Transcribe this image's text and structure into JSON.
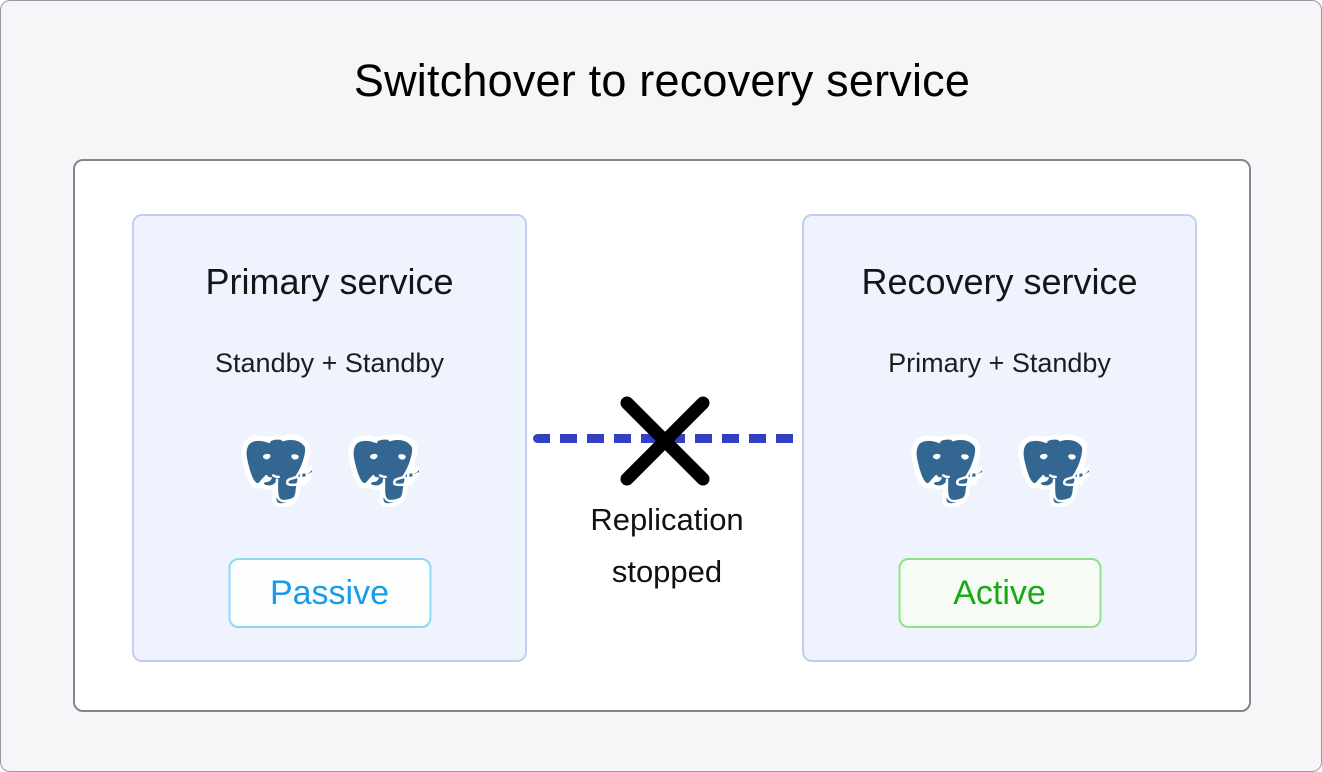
{
  "title": "Switchover to recovery service",
  "colors": {
    "page_background": "#f6f6f8",
    "panel_background": "#ffffff",
    "panel_border": "#85858f",
    "card_background": "#eff3fe",
    "card_border": "#c3cdf2",
    "replication_line": "#3340c4",
    "cross_mark": "#000000",
    "passive_text": "#1a9bea",
    "passive_border": "#8fd8f5",
    "active_text": "#16ab16",
    "active_border": "#92e086",
    "postgres_logo": "#336791"
  },
  "services": [
    {
      "id": "primary",
      "title": "Primary service",
      "subtitle": "Standby + Standby",
      "nodes": [
        {
          "icon": "postgres-elephant-icon"
        },
        {
          "icon": "postgres-elephant-icon"
        }
      ],
      "status": "Passive"
    },
    {
      "id": "recovery",
      "title": "Recovery service",
      "subtitle": "Primary + Standby",
      "nodes": [
        {
          "icon": "postgres-elephant-icon"
        },
        {
          "icon": "postgres-elephant-icon"
        }
      ],
      "status": "Active"
    }
  ],
  "replication": {
    "label_line1": "Replication",
    "label_line2": "stopped",
    "line_style": "dashed",
    "state_icon": "cross-icon"
  }
}
